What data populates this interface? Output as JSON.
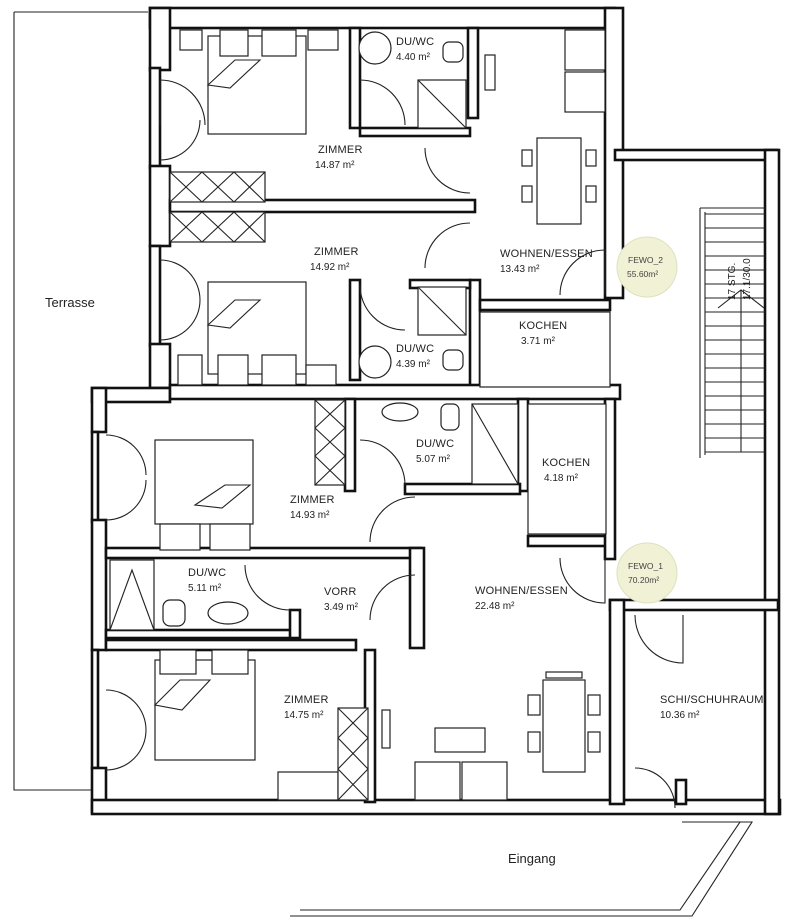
{
  "plan": {
    "outside": {
      "terrace": "Terrasse",
      "entrance": "Eingang"
    },
    "rooms": {
      "zimmer_1": {
        "name": "ZIMMER",
        "area": "14.87 m²"
      },
      "duwc_1": {
        "name": "DU/WC",
        "area": "4.40 m²"
      },
      "zimmer_2": {
        "name": "ZIMMER",
        "area": "14.92 m²"
      },
      "wohnen_1": {
        "name": "WOHNEN/ESSEN",
        "area": "13.43 m²"
      },
      "duwc_2": {
        "name": "DU/WC",
        "area": "4.39 m²"
      },
      "kochen_1": {
        "name": "KOCHEN",
        "area": "3.71 m²"
      },
      "duwc_3": {
        "name": "DU/WC",
        "area": "5.07 m²"
      },
      "kochen_2": {
        "name": "KOCHEN",
        "area": "4.18 m²"
      },
      "zimmer_3": {
        "name": "ZIMMER",
        "area": "14.93 m²"
      },
      "duwc_4": {
        "name": "DU/WC",
        "area": "5.11 m²"
      },
      "vorr": {
        "name": "VORR",
        "area": "3.49 m²"
      },
      "wohnen_2": {
        "name": "WOHNEN/ESSEN",
        "area": "22.48 m²"
      },
      "zimmer_4": {
        "name": "ZIMMER",
        "area": "14.75 m²"
      },
      "schuhraum": {
        "name": "SCHI/SCHUHRAUM",
        "area": "10.36 m²"
      }
    },
    "units": {
      "fewo_2": {
        "name": "FEWO_2",
        "area": "55.60m²"
      },
      "fewo_1": {
        "name": "FEWO_1",
        "area": "70.20m²"
      }
    },
    "stair": {
      "line1": "17 STG.",
      "line2": "17.1/30.0"
    },
    "colors": {
      "badge_fill": "#f1f1d6",
      "wall": "#111111"
    }
  }
}
